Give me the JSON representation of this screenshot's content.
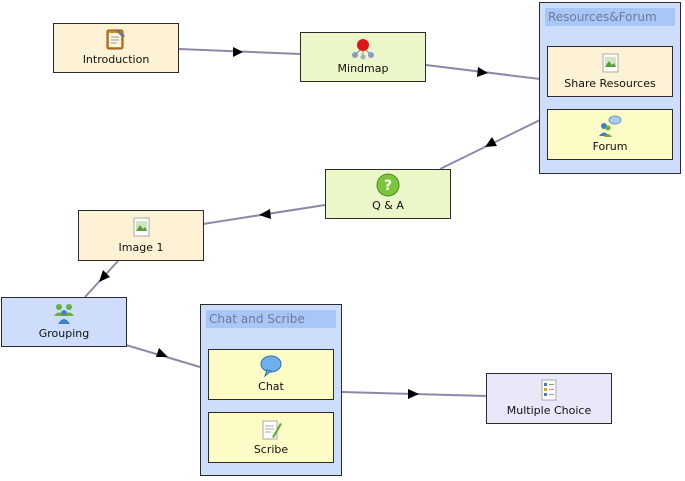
{
  "nodes": {
    "introduction": {
      "label": "Introduction",
      "icon": "notepad-icon"
    },
    "mindmap": {
      "label": "Mindmap",
      "icon": "mindmap-icon"
    },
    "share_resources": {
      "label": "Share Resources",
      "icon": "image-doc-icon"
    },
    "forum": {
      "label": "Forum",
      "icon": "people-chat-icon"
    },
    "qa": {
      "label": "Q & A",
      "icon": "question-icon"
    },
    "image1": {
      "label": "Image 1",
      "icon": "image-doc-icon"
    },
    "grouping": {
      "label": "Grouping",
      "icon": "group-people-icon"
    },
    "chat": {
      "label": "Chat",
      "icon": "speech-bubble-icon"
    },
    "scribe": {
      "label": "Scribe",
      "icon": "scribe-icon"
    },
    "multiple_choice": {
      "label": "Multiple Choice",
      "icon": "checklist-icon"
    }
  },
  "groups": {
    "resources_forum": {
      "title": "Resources&Forum"
    },
    "chat_scribe": {
      "title": "Chat and Scribe"
    }
  },
  "colors": {
    "beige": "#fdf2d5",
    "green": "#ebf7c9",
    "blue": "#cdddfb",
    "lavender": "#e8e8f8",
    "yellow": "#fdfbc6",
    "group_title": "#a9c6f8",
    "edge": "#8a8aa8"
  }
}
